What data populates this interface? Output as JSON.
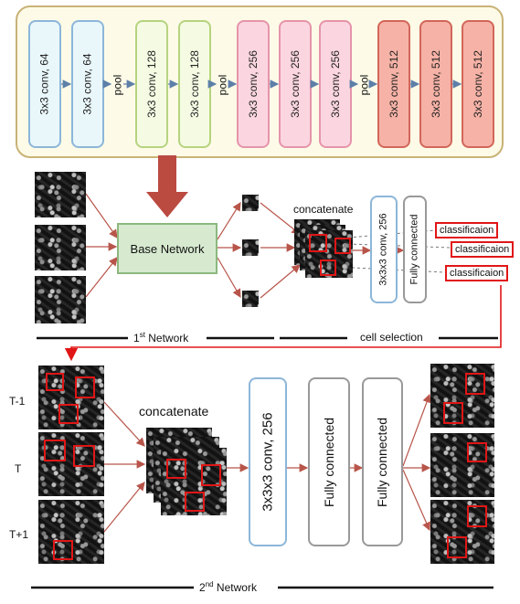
{
  "base_network": {
    "blocks": [
      {
        "layers": [
          "3x3 conv, 64",
          "3x3 conv, 64"
        ]
      },
      {
        "layers": [
          "3x3 conv, 128",
          "3x3 conv, 128"
        ]
      },
      {
        "layers": [
          "3x3 conv, 256",
          "3x3 conv, 256",
          "3x3 conv, 256"
        ]
      },
      {
        "layers": [
          "3x3 conv, 512",
          "3x3 conv, 512",
          "3x3 conv, 512"
        ]
      }
    ],
    "pool_label": "pool"
  },
  "first_network": {
    "base_label": "Base Network",
    "concat_label": "concatenate",
    "conv3d_label": "3x3x3 conv,  256",
    "fc_label": "Fully connected",
    "classification_labels": [
      "classificaion",
      "classificaion",
      "classificaion"
    ],
    "section_label_main": "1",
    "section_label_sup": "st",
    "section_label_rest": " Network",
    "cell_selection_label": "cell selection"
  },
  "second_network": {
    "time_labels": [
      "T-1",
      "T",
      "T+1"
    ],
    "concat_label": "concatenate",
    "conv3d_label": "3x3x3 conv,  256",
    "fc_labels": [
      "Fully connected",
      "Fully connected"
    ],
    "section_label_main": "2",
    "section_label_sup": "nd",
    "section_label_rest": " Network"
  },
  "colors": {
    "accent_red": "#e01616",
    "arrow_brown": "#b8554a",
    "panel_border": "#c9b277"
  }
}
